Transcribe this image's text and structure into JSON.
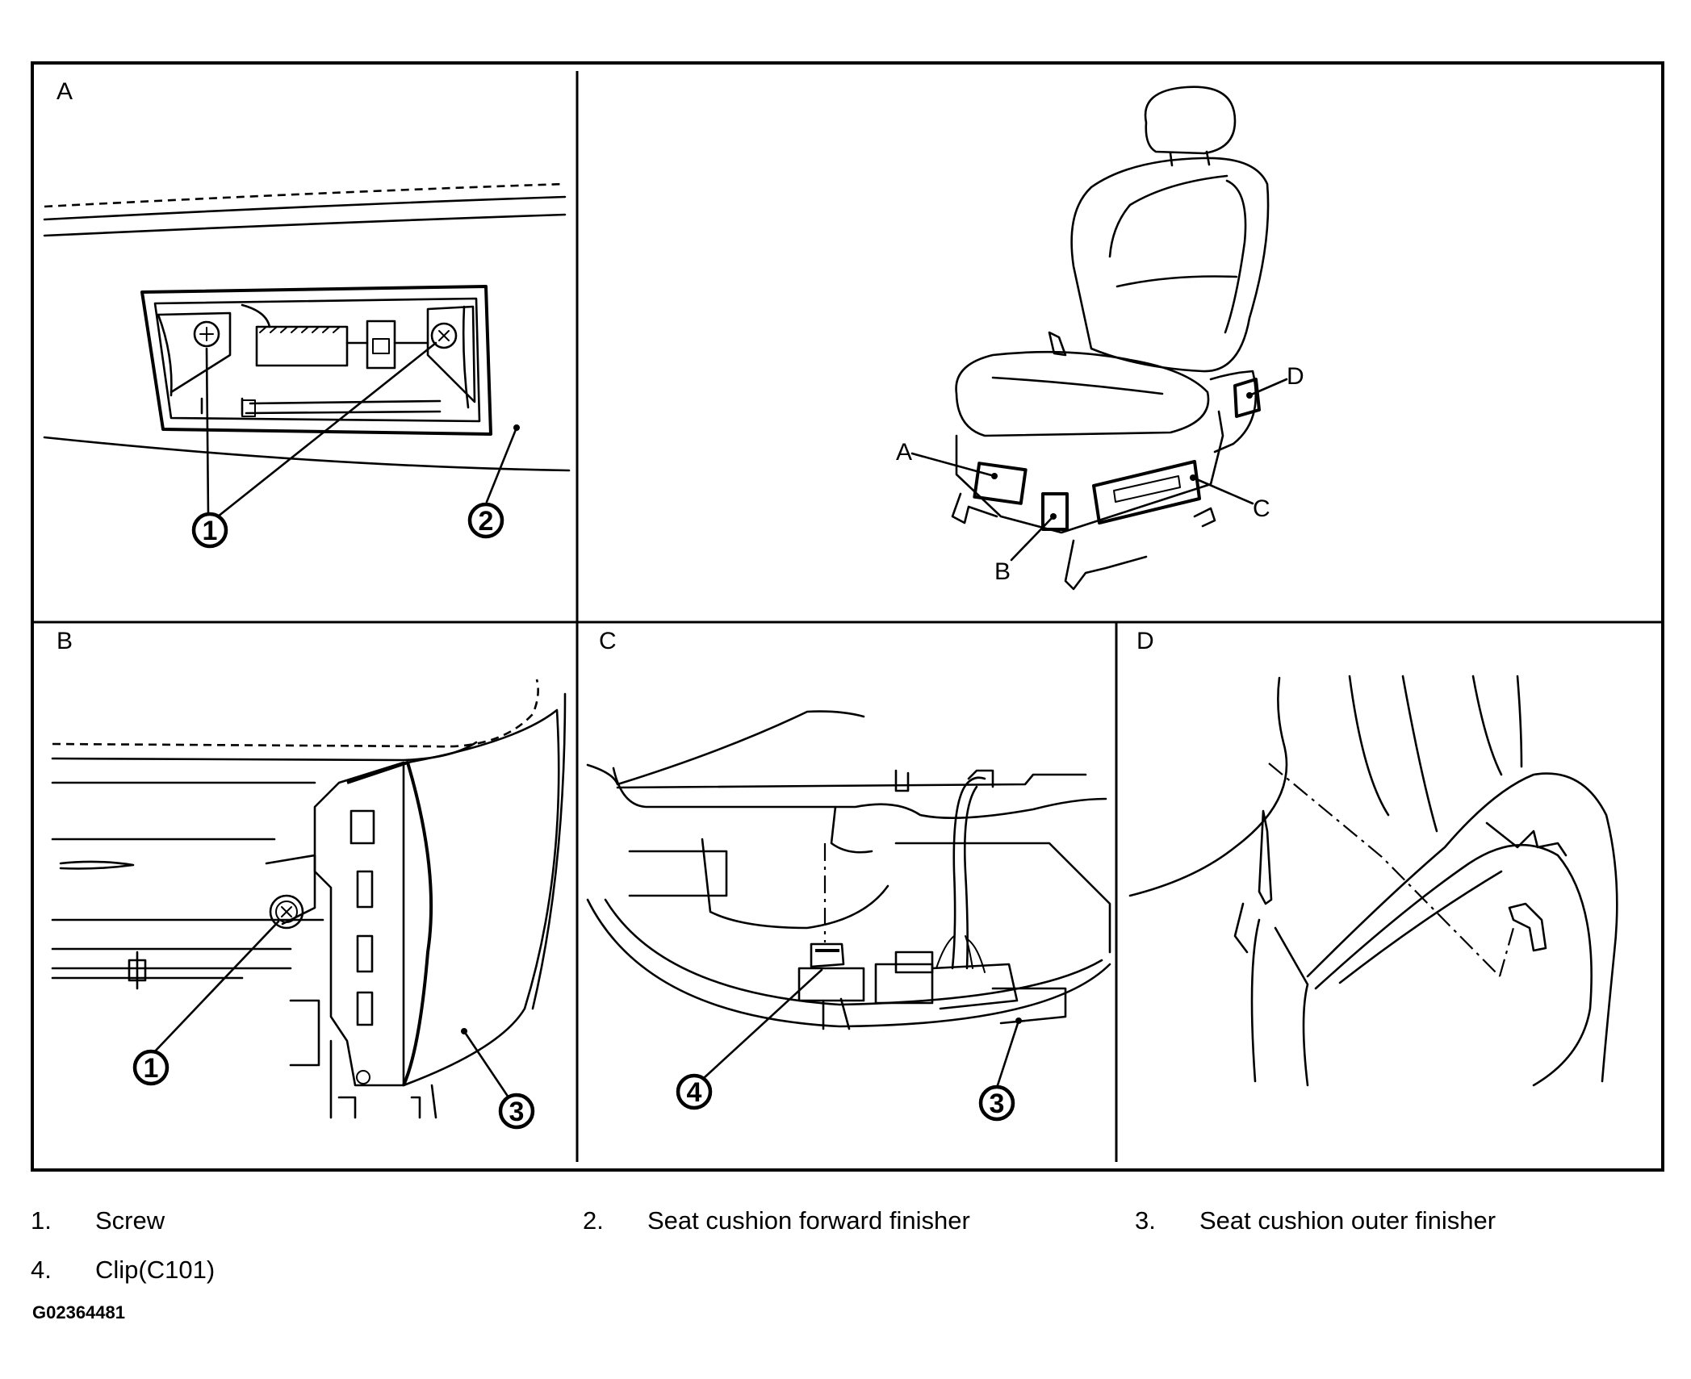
{
  "panels": {
    "a": {
      "label": "A"
    },
    "b": {
      "label": "B"
    },
    "c": {
      "label": "C"
    },
    "d": {
      "label": "D"
    }
  },
  "overview": {
    "callouts": {
      "a": "A",
      "b": "B",
      "c": "C",
      "d": "D"
    }
  },
  "callout_numbers": {
    "n1": "1",
    "n2": "2",
    "n3": "3",
    "n4": "4"
  },
  "legend": [
    {
      "num": "1.",
      "text": "Screw"
    },
    {
      "num": "2.",
      "text": "Seat cushion forward finisher"
    },
    {
      "num": "3.",
      "text": "Seat cushion outer finisher"
    },
    {
      "num": "4.",
      "text": "Clip(C101)"
    }
  ],
  "figure_id": "G02364481"
}
